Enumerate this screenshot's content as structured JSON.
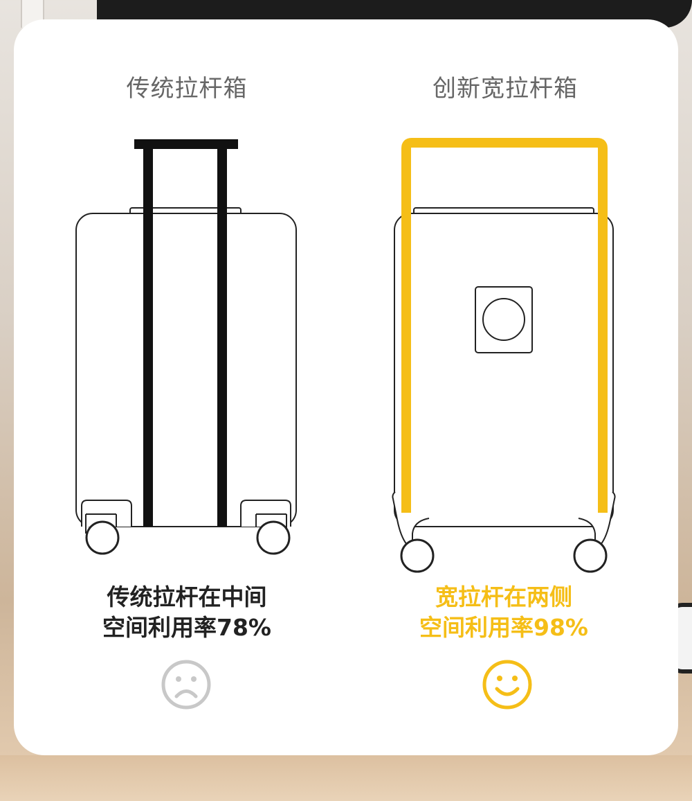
{
  "left": {
    "title": "传统拉杆箱",
    "caption_line1": "传统拉杆在中间",
    "caption_line2": "空间利用率78%",
    "face_icon": "sad-face-icon"
  },
  "right": {
    "title": "创新宽拉杆箱",
    "caption_line1": "宽拉杆在两侧",
    "caption_line2": "空间利用率98%",
    "face_icon": "happy-face-icon"
  },
  "colors": {
    "accent": "#f5be17",
    "text_dark": "#222222",
    "title_gray": "#666666",
    "sad_face": "#c8c8c8",
    "happy_face": "#f5be17"
  }
}
